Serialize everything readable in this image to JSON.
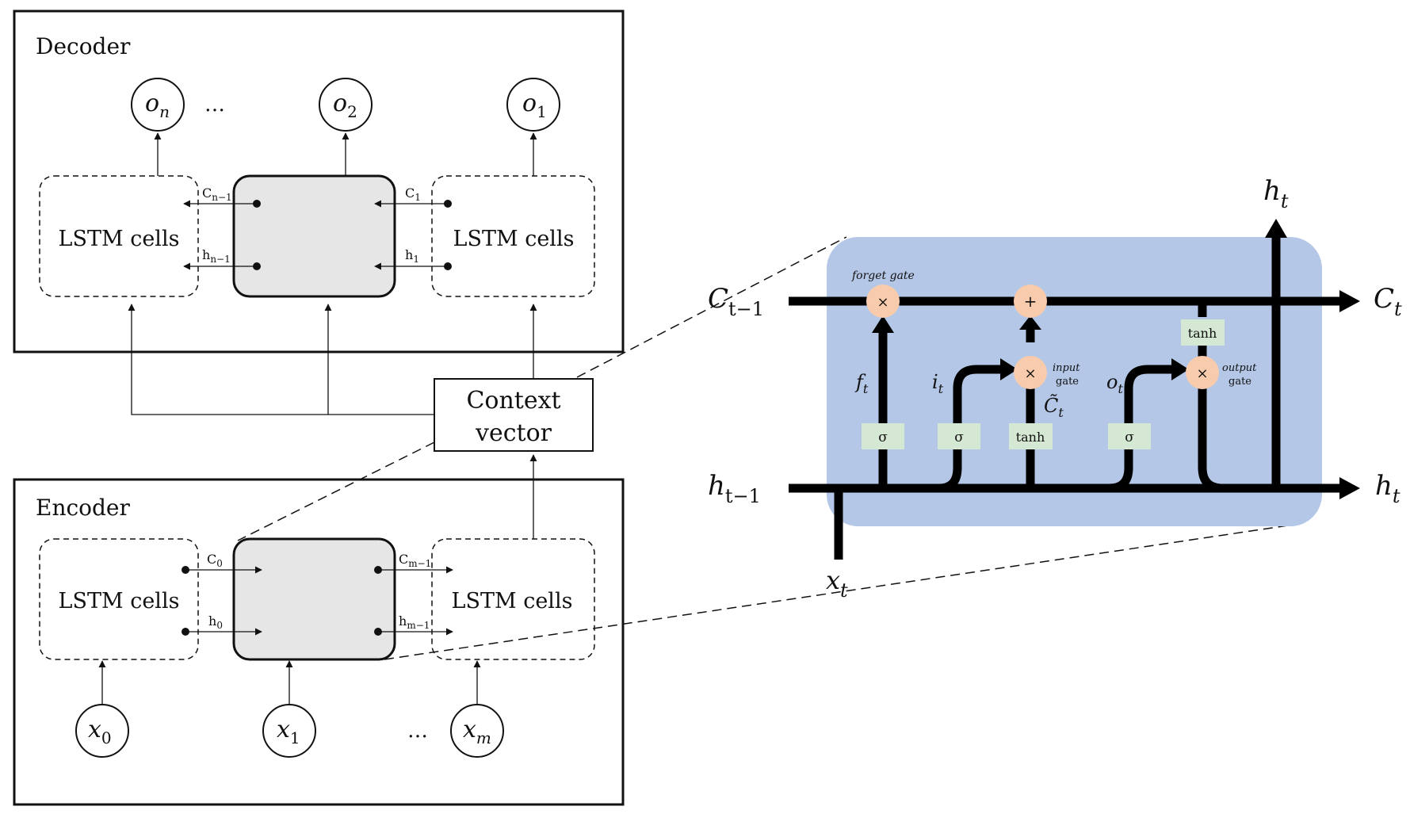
{
  "decoder": {
    "title": "Decoder",
    "outputs": [
      "o",
      "o",
      "o"
    ],
    "output_subs": [
      "n",
      "2",
      "1"
    ],
    "dots": "…",
    "cell_left_label": "LSTM cells",
    "cell_right_label": "LSTM cells",
    "c_left": "C",
    "c_left_sub": "n−1",
    "h_left": "h",
    "h_left_sub": "n−1",
    "c_right": "C",
    "c_right_sub": "1",
    "h_right": "h",
    "h_right_sub": "1"
  },
  "context": {
    "line1": "Context",
    "line2": "vector"
  },
  "encoder": {
    "title": "Encoder",
    "cell_left_label": "LSTM cells",
    "cell_right_label": "LSTM cells",
    "c_left": "C",
    "c_left_sub": "0",
    "h_left": "h",
    "h_left_sub": "0",
    "c_right": "C",
    "c_right_sub": "m−1",
    "h_right": "h",
    "h_right_sub": "m−1",
    "inputs": [
      "x",
      "x",
      "x"
    ],
    "input_subs": [
      "0",
      "1",
      "m"
    ],
    "dots": "…"
  },
  "lstm": {
    "c_prev": "C",
    "c_prev_sub": "t−1",
    "c_next": "C",
    "c_next_sub": "t",
    "h_prev": "h",
    "h_prev_sub": "t−1",
    "h_next": "h",
    "h_next_sub": "t",
    "h_top": "h",
    "h_top_sub": "t",
    "x_in": "x",
    "x_in_sub": "t",
    "forget_gate": "forget gate",
    "input_gate_1": "input",
    "input_gate_2": "gate",
    "output_gate_1": "output",
    "output_gate_2": "gate",
    "ft": "f",
    "ft_sub": "t",
    "it": "i",
    "it_sub": "t",
    "ot": "o",
    "ot_sub": "t",
    "ctilde": "C̃",
    "ctilde_sub": "t",
    "sigma": "σ",
    "tanh": "tanh",
    "times": "×",
    "plus": "+"
  },
  "colors": {
    "cell_bg": "#b4c7e7",
    "gate_op": "#f8cbad",
    "act_box": "#d5e8d4",
    "mid_cell": "#e6e6e6"
  }
}
